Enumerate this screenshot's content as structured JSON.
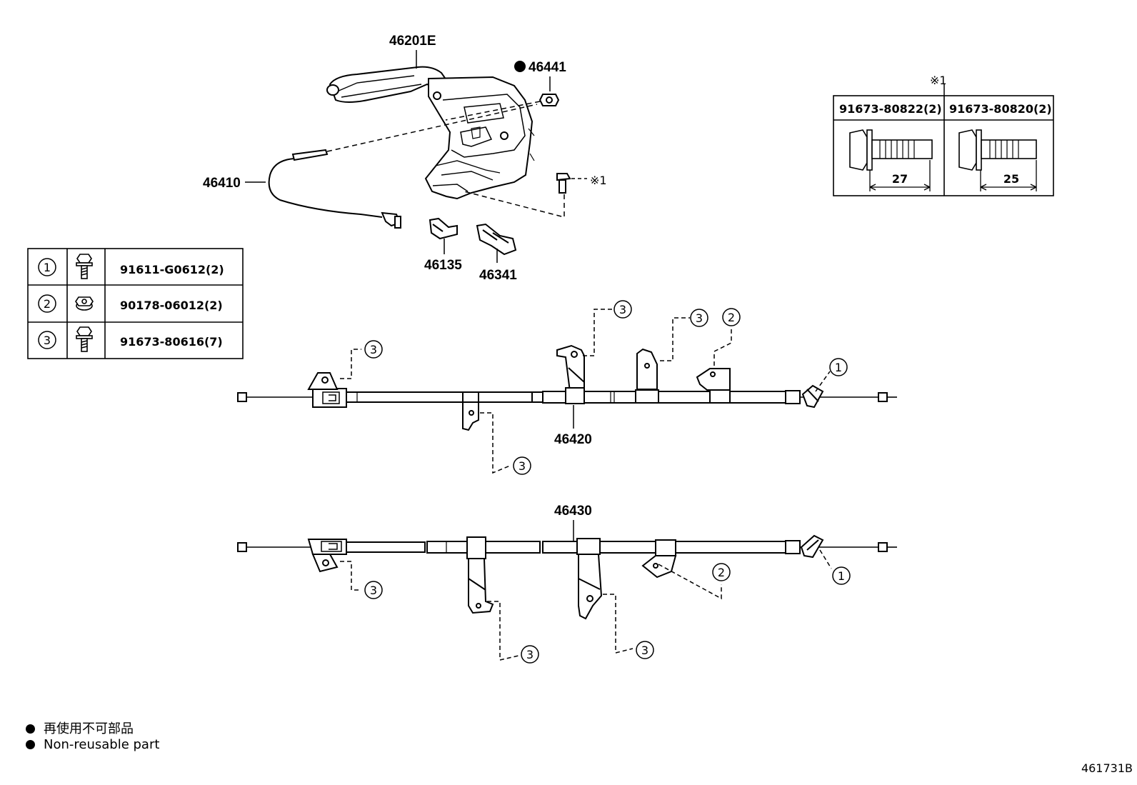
{
  "callouts": {
    "lever": "46201E",
    "nut": "46441",
    "switch_cable": "46410",
    "clip_a": "46135",
    "clip_b": "46341",
    "cable_no2": "46420",
    "cable_no3": "46430",
    "note_marker": "※1",
    "note_marker_small": "※1"
  },
  "fastener_table": {
    "rows": [
      {
        "ref": "1",
        "part": "91611-G0612(2)",
        "icon": "flange-bolt-icon"
      },
      {
        "ref": "2",
        "part": "90178-06012(2)",
        "icon": "flange-nut-icon"
      },
      {
        "ref": "3",
        "part": "91673-80616(7)",
        "icon": "flange-bolt-icon"
      }
    ]
  },
  "bolt_table": {
    "marker": "※1",
    "columns": [
      {
        "part": "91673-80822(2)",
        "length": "27"
      },
      {
        "part": "91673-80820(2)",
        "length": "25"
      }
    ]
  },
  "refs": {
    "r1": "1",
    "r2": "2",
    "r3": "3"
  },
  "legend": {
    "jp": "再使用不可部品",
    "en": "Non-reusable part"
  },
  "figure_id": "461731B"
}
